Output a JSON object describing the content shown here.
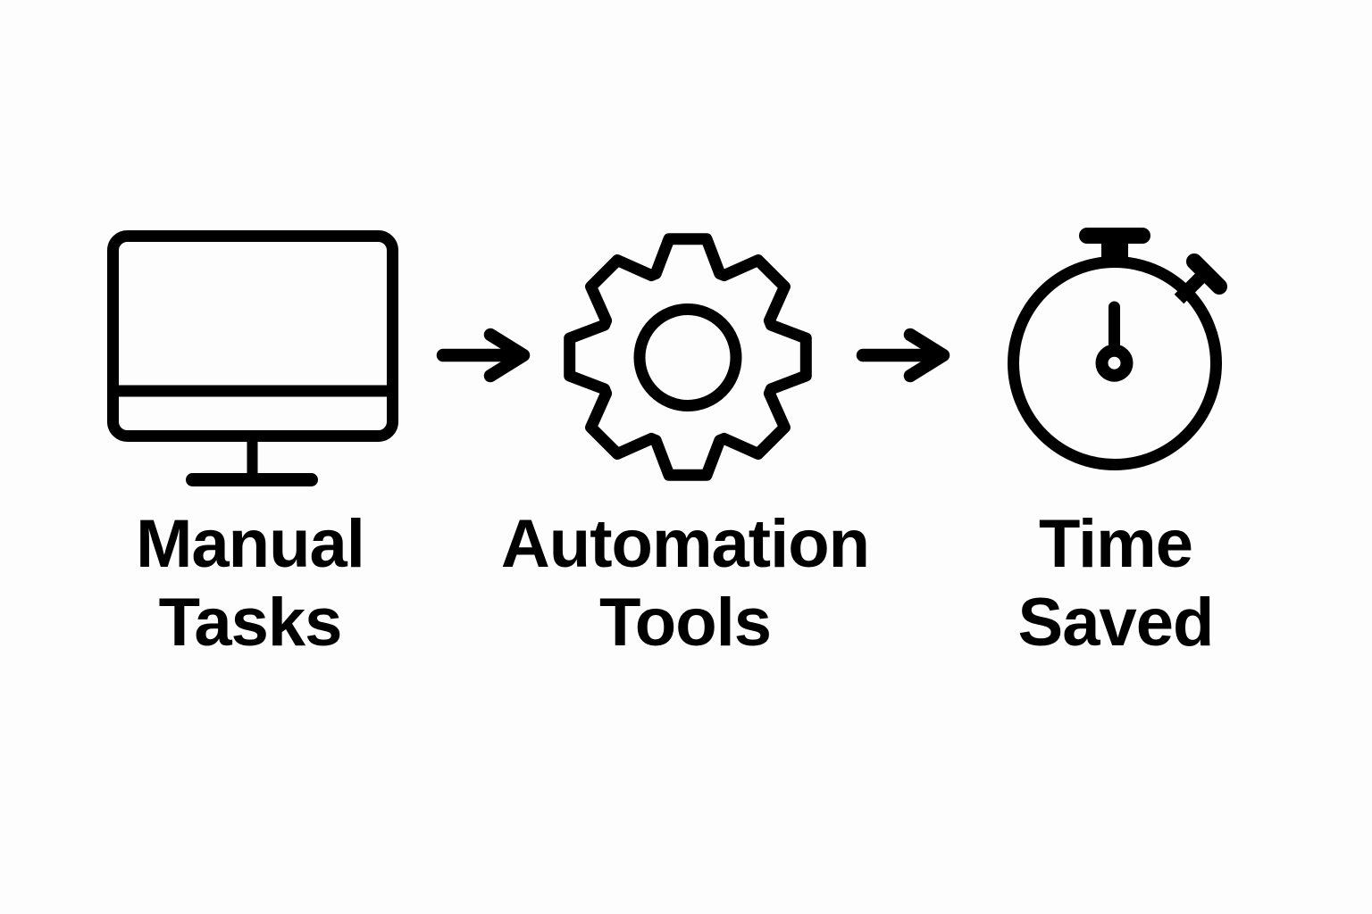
{
  "page": {
    "background_color": "#fdfdfd",
    "ink_color": "#000000"
  },
  "diagram": {
    "type": "flow",
    "direction": "left-to-right",
    "steps": [
      {
        "id": "manual-tasks",
        "icon": "monitor-icon",
        "label": [
          "Manual",
          "Tasks"
        ]
      },
      {
        "id": "automation-tools",
        "icon": "gear-icon",
        "label": [
          "Automation",
          "Tools"
        ]
      },
      {
        "id": "time-saved",
        "icon": "stopwatch-icon",
        "label": [
          "Time",
          "Saved"
        ]
      }
    ],
    "connectors": [
      {
        "from": "manual-tasks",
        "to": "automation-tools",
        "icon": "arrow-right-icon"
      },
      {
        "from": "automation-tools",
        "to": "time-saved",
        "icon": "arrow-right-icon"
      }
    ]
  }
}
